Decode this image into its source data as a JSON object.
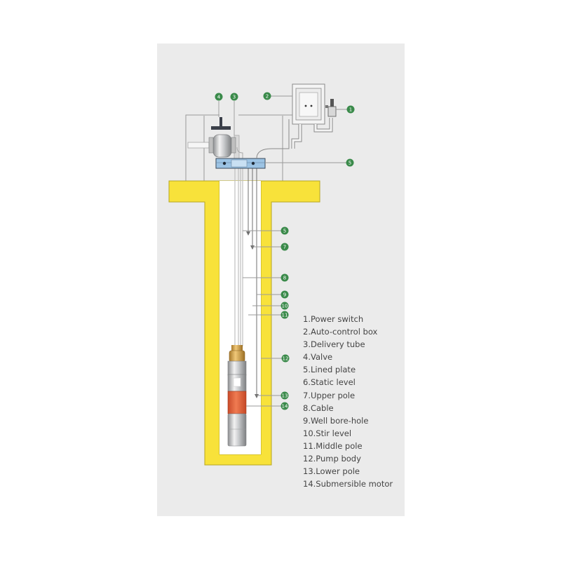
{
  "markers": [
    {
      "id": "marker-1",
      "label": "1"
    },
    {
      "id": "marker-2",
      "label": "2"
    },
    {
      "id": "marker-3",
      "label": "3"
    },
    {
      "id": "marker-4",
      "label": "4"
    },
    {
      "id": "marker-5-top",
      "label": "5"
    },
    {
      "id": "marker-5-mid",
      "label": "5"
    },
    {
      "id": "marker-7",
      "label": "7"
    },
    {
      "id": "marker-8",
      "label": "8"
    },
    {
      "id": "marker-9",
      "label": "9"
    },
    {
      "id": "marker-10",
      "label": "10"
    },
    {
      "id": "marker-11",
      "label": "11"
    },
    {
      "id": "marker-12",
      "label": "12"
    },
    {
      "id": "marker-13",
      "label": "13"
    },
    {
      "id": "marker-14",
      "label": "14"
    }
  ],
  "legend": [
    "1.Power switch",
    "2.Auto-control box",
    "3.Delivery tube",
    "4.Valve",
    "5.Lined plate",
    "6.Static level",
    "7.Upper pole",
    "8.Cable",
    "9.Well bore-hole",
    "10.Stir level",
    "11.Middle pole",
    "12.Pump body",
    "13.Lower pole",
    "14.Submersible motor"
  ],
  "colors": {
    "panel": "#ebebeb",
    "concrete": "#f8e23a",
    "concrete_edge": "#b6a623",
    "marker": "#3a8a4a",
    "pipe": "#bdbdbd",
    "plate": "#9cc3e4",
    "motor_label": "#e8603c",
    "brass": "#d7a34a"
  }
}
